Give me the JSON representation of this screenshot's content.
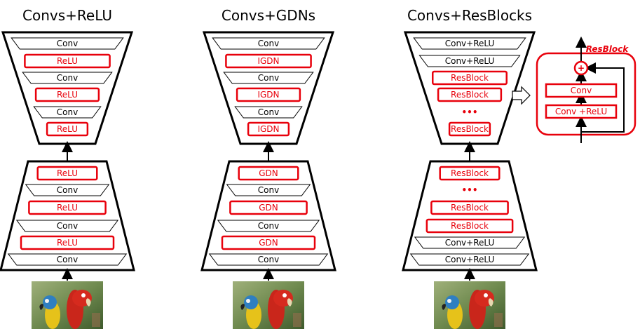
{
  "colors": {
    "red": "#e8000b",
    "black": "#000000",
    "white": "#ffffff"
  },
  "columns": [
    {
      "title": "Convs+ReLU",
      "top": [
        {
          "label": "Conv",
          "kind": "conv"
        },
        {
          "label": "ReLU",
          "kind": "act"
        },
        {
          "label": "Conv",
          "kind": "conv"
        },
        {
          "label": "ReLU",
          "kind": "act"
        },
        {
          "label": "Conv",
          "kind": "conv"
        },
        {
          "label": "ReLU",
          "kind": "act"
        }
      ],
      "bottom": [
        {
          "label": "ReLU",
          "kind": "act"
        },
        {
          "label": "Conv",
          "kind": "conv"
        },
        {
          "label": "ReLU",
          "kind": "act"
        },
        {
          "label": "Conv",
          "kind": "conv"
        },
        {
          "label": "ReLU",
          "kind": "act"
        },
        {
          "label": "Conv",
          "kind": "conv"
        }
      ]
    },
    {
      "title": "Convs+GDNs",
      "top": [
        {
          "label": "Conv",
          "kind": "conv"
        },
        {
          "label": "IGDN",
          "kind": "act"
        },
        {
          "label": "Conv",
          "kind": "conv"
        },
        {
          "label": "IGDN",
          "kind": "act"
        },
        {
          "label": "Conv",
          "kind": "conv"
        },
        {
          "label": "IGDN",
          "kind": "act"
        }
      ],
      "bottom": [
        {
          "label": "GDN",
          "kind": "act"
        },
        {
          "label": "Conv",
          "kind": "conv"
        },
        {
          "label": "GDN",
          "kind": "act"
        },
        {
          "label": "Conv",
          "kind": "conv"
        },
        {
          "label": "GDN",
          "kind": "act"
        },
        {
          "label": "Conv",
          "kind": "conv"
        }
      ]
    },
    {
      "title": "Convs+ResBlocks",
      "top": [
        {
          "label": "Conv+ReLU",
          "kind": "conv"
        },
        {
          "label": "Conv+ReLU",
          "kind": "conv"
        },
        {
          "label": "ResBlock",
          "kind": "act"
        },
        {
          "label": "ResBlock",
          "kind": "act"
        },
        {
          "label": "•••",
          "kind": "dots"
        },
        {
          "label": "ResBlock",
          "kind": "act"
        }
      ],
      "bottom": [
        {
          "label": "ResBlock",
          "kind": "act"
        },
        {
          "label": "•••",
          "kind": "dots"
        },
        {
          "label": "ResBlock",
          "kind": "act"
        },
        {
          "label": "ResBlock",
          "kind": "act"
        },
        {
          "label": "Conv+ReLU",
          "kind": "conv"
        },
        {
          "label": "Conv+ReLU",
          "kind": "conv"
        }
      ]
    }
  ],
  "resblock_detail": {
    "title": "ResBlock",
    "sum_symbol": "+",
    "upper_layer": "Conv",
    "lower_layer": "Conv +ReLU"
  },
  "input_image": {
    "description_icon": "parrots-photo-icon"
  }
}
